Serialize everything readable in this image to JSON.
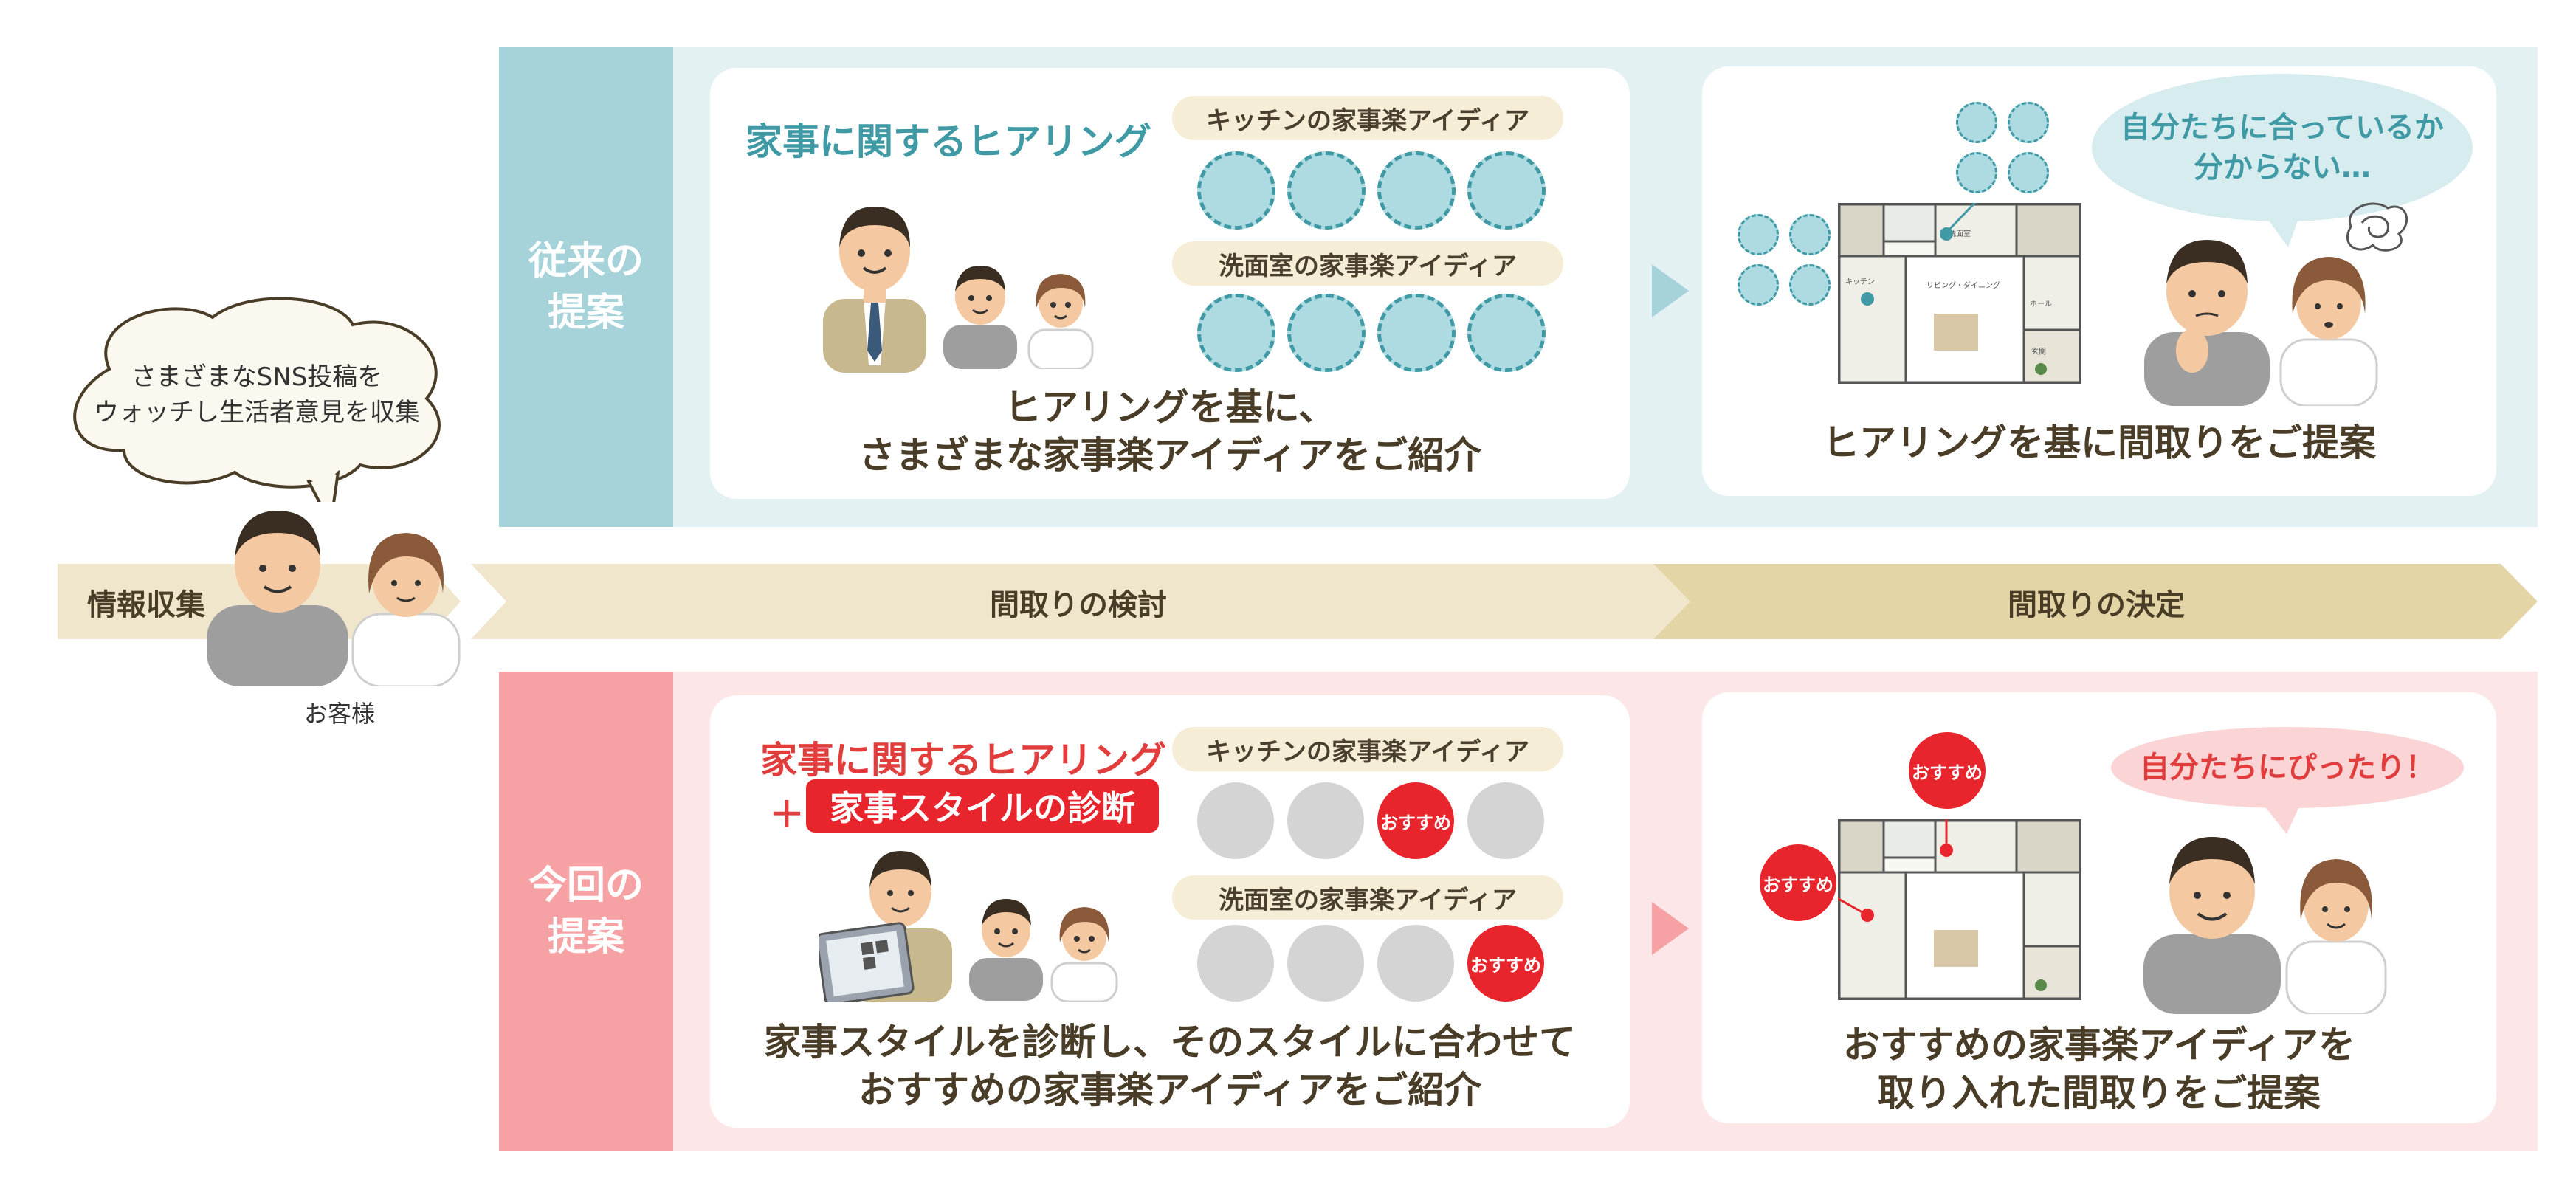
{
  "left": {
    "speech": "さまざまなSNS投稿を\nウォッチし生活者意見を収集",
    "customer_label": "お客様"
  },
  "flow": {
    "stage1": "情報収集",
    "stage2": "間取りの検討",
    "stage3": "間取りの決定"
  },
  "top_band": {
    "label": "従来の\n提案",
    "hearing_title": "家事に関するヒアリング",
    "kitchen_pill": "キッチンの家事楽アイディア",
    "washroom_pill": "洗面室の家事楽アイディア",
    "caption_left": "ヒアリングを基に、\nさまざまな家事楽アイディアをご紹介",
    "bubble": "自分たちに合っているか\n分からない…",
    "caption_right": "ヒアリングを基に間取りをご提案"
  },
  "bottom_band": {
    "label": "今回の\n提案",
    "hearing_title": "家事に関するヒアリング",
    "plus": "＋",
    "diagnosis": "家事スタイルの診断",
    "kitchen_pill": "キッチンの家事楽アイディア",
    "washroom_pill": "洗面室の家事楽アイディア",
    "recommend": "おすすめ",
    "caption_left": "家事スタイルを診断し、そのスタイルに合わせて\nおすすめの家事楽アイディアをご紹介",
    "bubble": "自分たちにぴったり！",
    "caption_right": "おすすめの家事楽アイディアを\n取り入れた間取りをご提案"
  },
  "floorplan_labels": {
    "ldk": "リビング・ダイニング",
    "hall": "ホール",
    "entrance": "玄関",
    "washroom": "洗面室",
    "kitchen": "キッチン"
  },
  "colors": {
    "teal_band": "#e3f1f3",
    "teal_label": "#a5d3d9",
    "pink_band": "#fde6e7",
    "pink_label": "#f6a2a5",
    "flow_light": "#efe6cc",
    "flow_dark": "#e3d5a6",
    "accent_red": "#e8242c",
    "accent_teal": "#3f9aa5"
  }
}
